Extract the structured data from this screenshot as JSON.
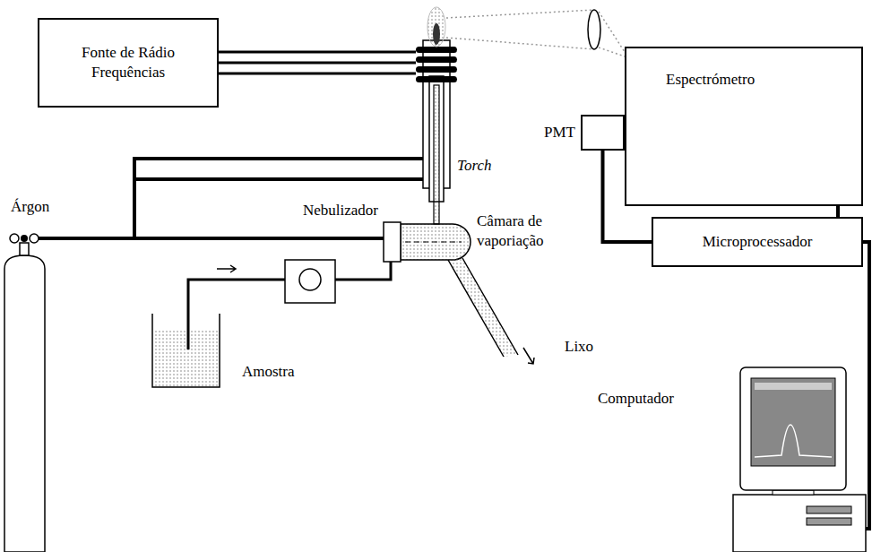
{
  "diagram": {
    "nodes": [
      {
        "text": [
          "Fonte de Rádio Frequências"
        ]
      },
      {
        "text": [
          "Espectrómetro"
        ]
      },
      {
        "text": [
          "PMT"
        ]
      },
      {
        "text": [
          "Microprocessador"
        ]
      },
      {
        "text": [
          "Computador"
        ]
      }
    ],
    "edges": [
      {
        "from": 2,
        "to": 3,
        "arrow": "none"
      },
      {
        "from": 1,
        "to": 3,
        "arrow": "none"
      },
      {
        "from": 3,
        "to": 4,
        "arrow": "none"
      }
    ],
    "labels": [
      "Torch",
      "Árgon",
      "Nebulizador",
      "Câmara de vaporiação",
      "Amostra",
      "Lixo"
    ]
  }
}
